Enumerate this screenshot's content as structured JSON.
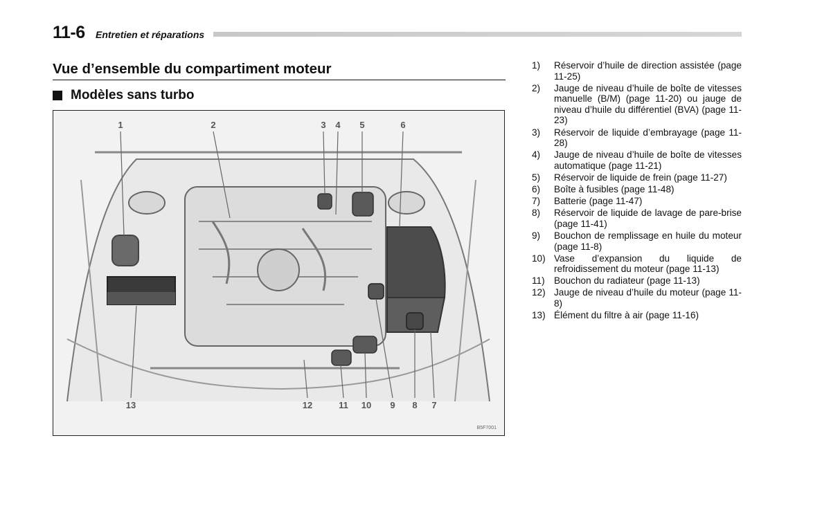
{
  "header": {
    "page_number": "11-6",
    "section": "Entretien et réparations"
  },
  "title": "Vue d’ensemble du compartiment moteur",
  "subtitle": "Modèles sans turbo",
  "figure": {
    "callouts_top": [
      "1",
      "2",
      "3",
      "4",
      "5",
      "6"
    ],
    "callouts_bottom": [
      "13",
      "12",
      "11",
      "10",
      "9",
      "8",
      "7"
    ],
    "code": "B5F7001"
  },
  "legend": [
    {
      "num": "1)",
      "text": "Réservoir d’huile de direction assistée (page 11-25)"
    },
    {
      "num": "2)",
      "text": "Jauge de niveau d’huile de boîte de vitesses manuelle (B/M) (page 11-20) ou jauge de niveau d’huile du différentiel (BVA) (page 11-23)"
    },
    {
      "num": "3)",
      "text": "Réservoir de liquide d’embrayage (page 11-28)"
    },
    {
      "num": "4)",
      "text": "Jauge de niveau d’huile de boîte de vitesses automatique (page 11-21)"
    },
    {
      "num": "5)",
      "text": "Réservoir de liquide de frein (page 11-27)"
    },
    {
      "num": "6)",
      "text": "Boîte à fusibles (page 11-48)"
    },
    {
      "num": "7)",
      "text": "Batterie (page 11-47)"
    },
    {
      "num": "8)",
      "text": "Réservoir de liquide de lavage de pare-brise (page 11-41)"
    },
    {
      "num": "9)",
      "text": "Bouchon de remplissage en huile du moteur (page 11-8)"
    },
    {
      "num": "10)",
      "text": "Vase d’expansion du liquide de refroidissement du moteur (page 11-13)"
    },
    {
      "num": "11)",
      "text": "Bouchon du radiateur (page 11-13)"
    },
    {
      "num": "12)",
      "text": "Jauge de niveau d’huile du moteur (page 11-8)"
    },
    {
      "num": "13)",
      "text": "Élément du filtre à air (page 11-16)"
    }
  ]
}
